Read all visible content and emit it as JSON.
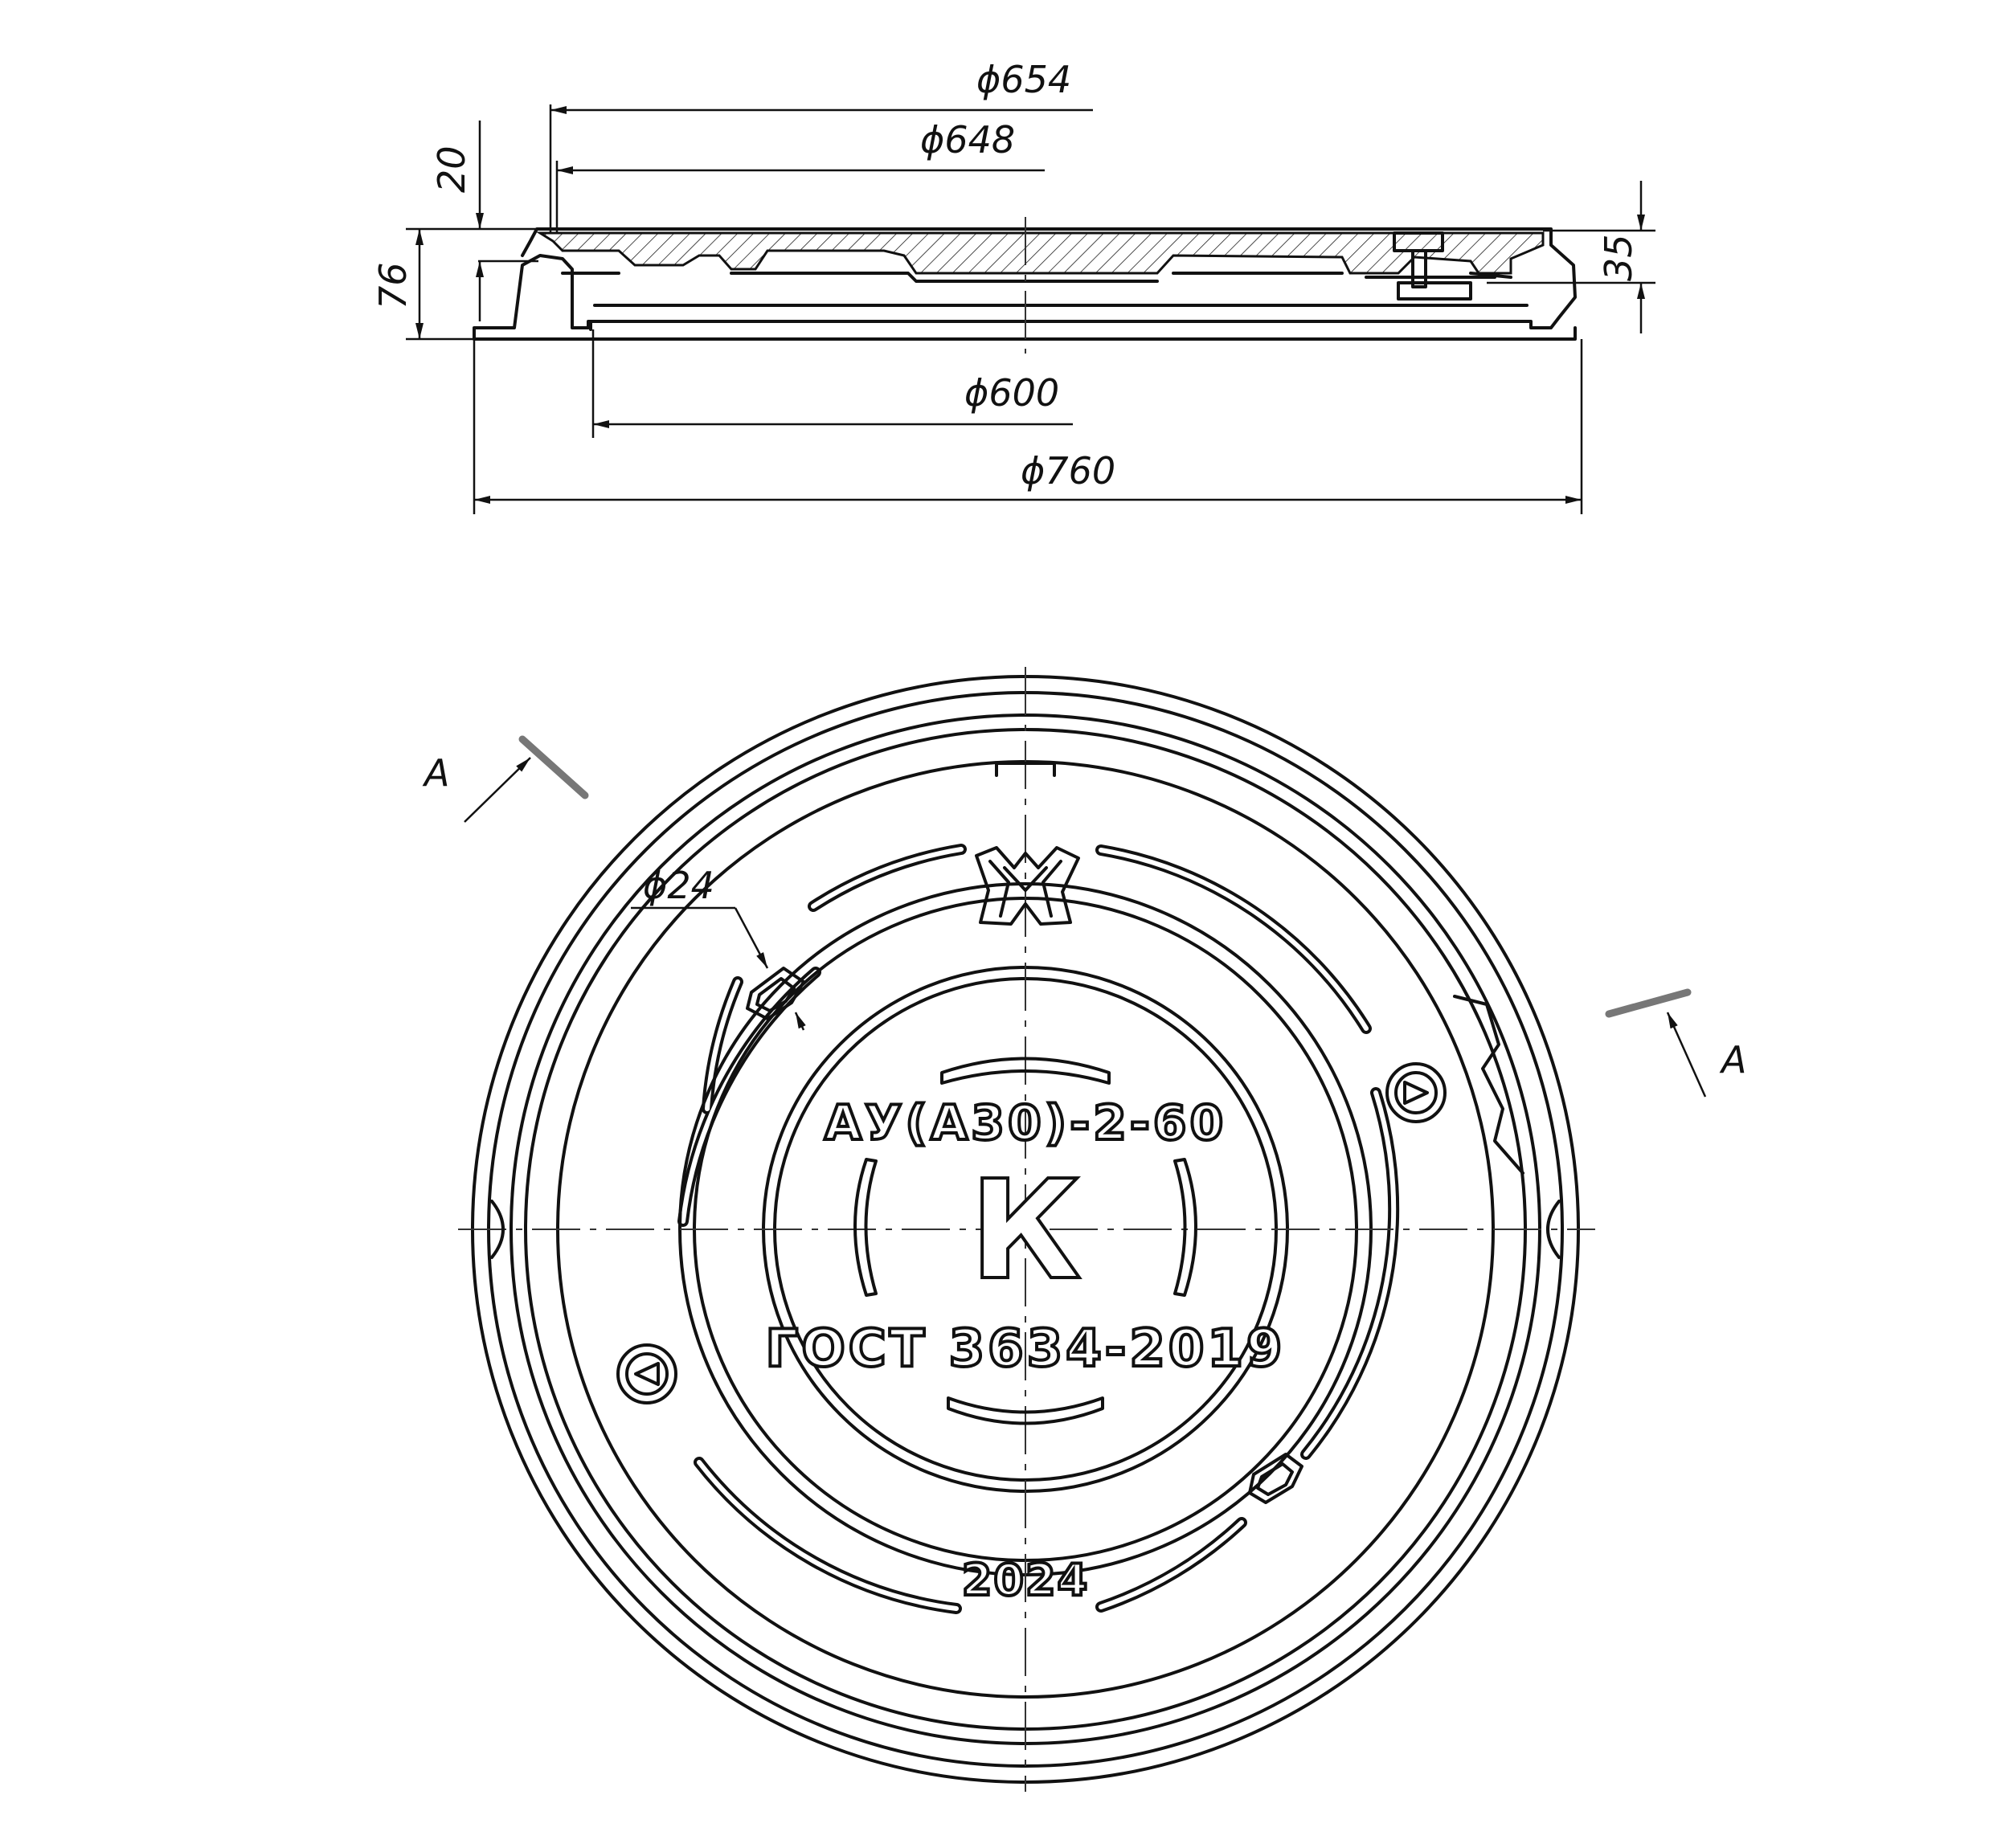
{
  "side_view": {
    "dimensions": {
      "d654": "ϕ654",
      "d648": "ϕ648",
      "d600": "ϕ600",
      "d760": "ϕ760",
      "h20": "20",
      "h76": "76",
      "h35": "35"
    }
  },
  "plan_view": {
    "d24": "ϕ24",
    "section_mark": "A",
    "marking_line1": "АУ(А30)-2-60",
    "marking_letter": "К",
    "marking_line2": "ГОСТ 3634-2019",
    "year": "2024"
  },
  "colors": {
    "line": "#111111",
    "section_arrow": "#777777",
    "background": "#ffffff"
  }
}
